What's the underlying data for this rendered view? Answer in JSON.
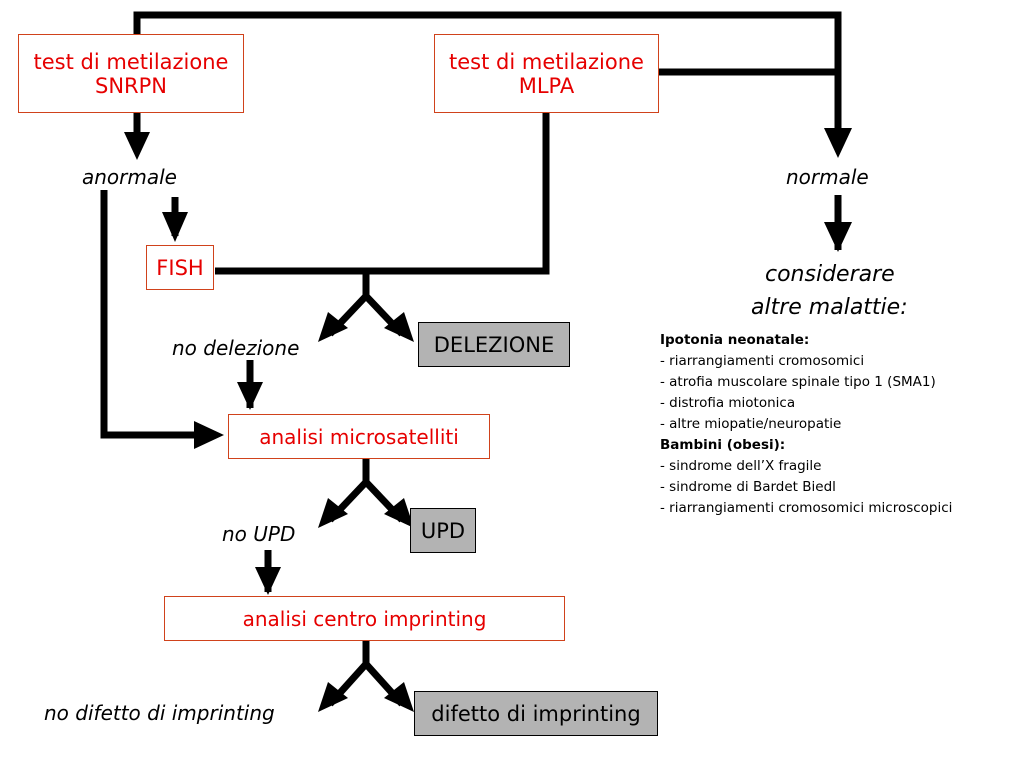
{
  "boxes": {
    "snrpn": {
      "line1": "test di metilazione",
      "line2": "SNRPN"
    },
    "mlpa": {
      "line1": "test di metilazione",
      "line2": "MLPA"
    },
    "fish": "FISH",
    "microsatelliti": "analisi microsatelliti",
    "imprinting_center": "analisi centro imprinting"
  },
  "outcomes": {
    "delezione": "DELEZIONE",
    "upd": "UPD",
    "difetto": "difetto di imprinting"
  },
  "labels": {
    "anormale": "anormale",
    "normale": "normale",
    "no_delezione": "no delezione",
    "no_upd": "no UPD",
    "no_difetto": "no difetto di imprinting",
    "considerare_1": "considerare",
    "considerare_2": "altre malattie:"
  },
  "other_diseases": {
    "groups": [
      {
        "heading": "Ipotonia neonatale:",
        "items": [
          "- riarrangiamenti cromosomici",
          "- atrofia muscolare spinale tipo 1 (SMA1)",
          "- distrofia miotonica",
          "- altre miopatie/neuropatie"
        ]
      },
      {
        "heading": "Bambini (obesi):",
        "items": [
          "- sindrome dell’X fragile",
          "- sindrome di Bardet Biedl",
          "- riarrangiamenti cromosomici microscopici"
        ]
      }
    ]
  },
  "colors": {
    "box_text": "#e60000",
    "box_border": "#d0421b",
    "outcome_fill": "#b3b3b3",
    "line": "#000000"
  }
}
